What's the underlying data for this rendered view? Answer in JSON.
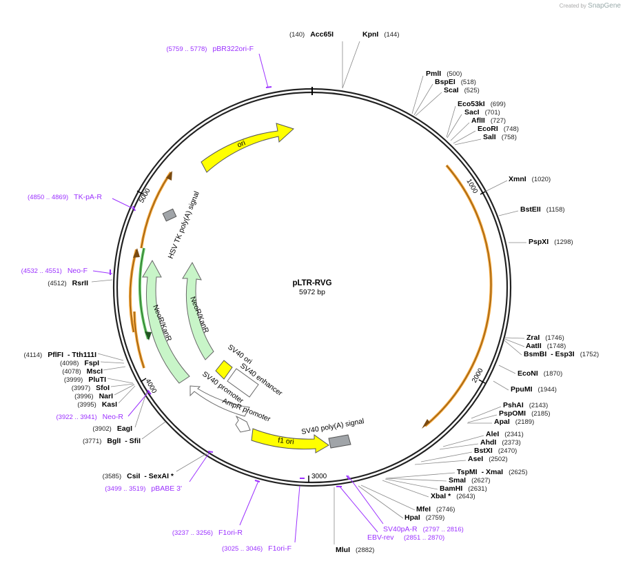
{
  "credit": {
    "prefix": "Created by",
    "brand": "SnapGene"
  },
  "plasmid": {
    "name": "pLTR-RVG",
    "length_label": "5972 bp",
    "length": 5972
  },
  "ticks": [
    "1000",
    "2000",
    "3000",
    "4000",
    "5000"
  ],
  "enzymes": [
    {
      "id": "acc65i",
      "name": "Acc65I",
      "pos": "(140)"
    },
    {
      "id": "kpni",
      "name": "KpnI",
      "pos": "(144)"
    },
    {
      "id": "pmli",
      "name": "PmlI",
      "pos": "(500)"
    },
    {
      "id": "bspei",
      "name": "BspEI",
      "pos": "(518)"
    },
    {
      "id": "scai",
      "name": "ScaI",
      "pos": "(525)"
    },
    {
      "id": "eco53ki",
      "name": "Eco53kI",
      "pos": "(699)"
    },
    {
      "id": "saci",
      "name": "SacI",
      "pos": "(701)"
    },
    {
      "id": "aflii",
      "name": "AflII",
      "pos": "(727)"
    },
    {
      "id": "ecori",
      "name": "EcoRI",
      "pos": "(748)"
    },
    {
      "id": "sali",
      "name": "SalI",
      "pos": "(758)"
    },
    {
      "id": "xmni",
      "name": "XmnI",
      "pos": "(1020)"
    },
    {
      "id": "bsteii",
      "name": "BstEII",
      "pos": "(1158)"
    },
    {
      "id": "pspxi",
      "name": "PspXI",
      "pos": "(1298)"
    },
    {
      "id": "zrai",
      "name": "ZraI",
      "pos": "(1746)"
    },
    {
      "id": "aatii",
      "name": "AatII",
      "pos": "(1748)"
    },
    {
      "id": "bsmbi",
      "name": "BsmBI",
      "name2": "- Esp3I",
      "pos": "(1752)"
    },
    {
      "id": "econi",
      "name": "EcoNI",
      "pos": "(1870)"
    },
    {
      "id": "ppumi",
      "name": "PpuMI",
      "pos": "(1944)"
    },
    {
      "id": "pshai",
      "name": "PshAI",
      "pos": "(2143)"
    },
    {
      "id": "pspomi",
      "name": "PspOMI",
      "pos": "(2185)"
    },
    {
      "id": "apai",
      "name": "ApaI",
      "pos": "(2189)"
    },
    {
      "id": "alei",
      "name": "AleI",
      "pos": "(2341)"
    },
    {
      "id": "ahdi",
      "name": "AhdI",
      "pos": "(2373)"
    },
    {
      "id": "bstxi",
      "name": "BstXI",
      "pos": "(2470)"
    },
    {
      "id": "asei",
      "name": "AseI",
      "pos": "(2502)"
    },
    {
      "id": "tspmi",
      "name": "TspMI",
      "name2": "- XmaI",
      "pos": "(2625)"
    },
    {
      "id": "smai",
      "name": "SmaI",
      "pos": "(2627)"
    },
    {
      "id": "bamhi",
      "name": "BamHI",
      "pos": "(2631)"
    },
    {
      "id": "xbai",
      "name": "XbaI *",
      "pos": "(2643)"
    },
    {
      "id": "mfei",
      "name": "MfeI",
      "pos": "(2746)"
    },
    {
      "id": "hpai",
      "name": "HpaI",
      "pos": "(2759)"
    },
    {
      "id": "mlui",
      "name": "MluI",
      "pos": "(2882)"
    },
    {
      "id": "csii",
      "name": "CsiI",
      "name2": "- SexAI *",
      "pos": "(3585)"
    },
    {
      "id": "bgli",
      "name": "BglI",
      "name2": "- SfiI",
      "pos": "(3771)"
    },
    {
      "id": "eagi",
      "name": "EagI",
      "pos": "(3902)"
    },
    {
      "id": "kasi",
      "name": "KasI",
      "pos": "(3995)"
    },
    {
      "id": "nari",
      "name": "NarI",
      "pos": "(3996)"
    },
    {
      "id": "sfoi",
      "name": "SfoI",
      "pos": "(3997)"
    },
    {
      "id": "pluti",
      "name": "PluTI",
      "pos": "(3999)"
    },
    {
      "id": "msci",
      "name": "MscI",
      "pos": "(4078)"
    },
    {
      "id": "fspi",
      "name": "FspI",
      "pos": "(4098)"
    },
    {
      "id": "pflfi",
      "name": "PflFI",
      "name2": "- Tth111I",
      "pos": "(4114)"
    },
    {
      "id": "rsrii",
      "name": "RsrII",
      "pos": "(4512)"
    }
  ],
  "primers": [
    {
      "id": "pbr322ori-f",
      "name": "pBR322ori-F",
      "range": "(5759 .. 5778)"
    },
    {
      "id": "tk-pa-r",
      "name": "TK-pA-R",
      "range": "(4850 .. 4869)"
    },
    {
      "id": "neo-f",
      "name": "Neo-F",
      "range": "(4532 .. 4551)"
    },
    {
      "id": "neo-r",
      "name": "Neo-R",
      "range": "(3922 .. 3941)"
    },
    {
      "id": "pbabe3",
      "name": "pBABE 3'",
      "range": "(3499 .. 3519)"
    },
    {
      "id": "f1ori-r",
      "name": "F1ori-R",
      "range": "(3237 .. 3256)"
    },
    {
      "id": "f1ori-f",
      "name": "F1ori-F",
      "range": "(3025 .. 3046)"
    },
    {
      "id": "ebv-rev",
      "name": "EBV-rev",
      "range": "(2851 .. 2870)"
    },
    {
      "id": "sv40pa-r",
      "name": "SV40pA-R",
      "range": "(2797 .. 2816)"
    }
  ],
  "features": {
    "ori": "ori",
    "hsv_tk": "HSV TK poly(A) signal",
    "neor_outer": "NeoR/KanR",
    "neor_inner": "NeoR/KanR",
    "sv40_ori": "SV40 ori",
    "sv40_enhancer": "SV40 enhancer",
    "sv40_promoter": "SV40 promoter",
    "ampr_promoter": "AmpR promoter",
    "f1_ori": "f1 ori",
    "sv40_polya": "SV40 poly(A) signal"
  },
  "colors": {
    "backbone": "#222222",
    "orf": "#f0a030",
    "ori": "#ffff00",
    "promoter": "#ffffff",
    "marker": "#c8f5c8",
    "polya": "#a0a4a8",
    "primer": "#9b30ff"
  }
}
